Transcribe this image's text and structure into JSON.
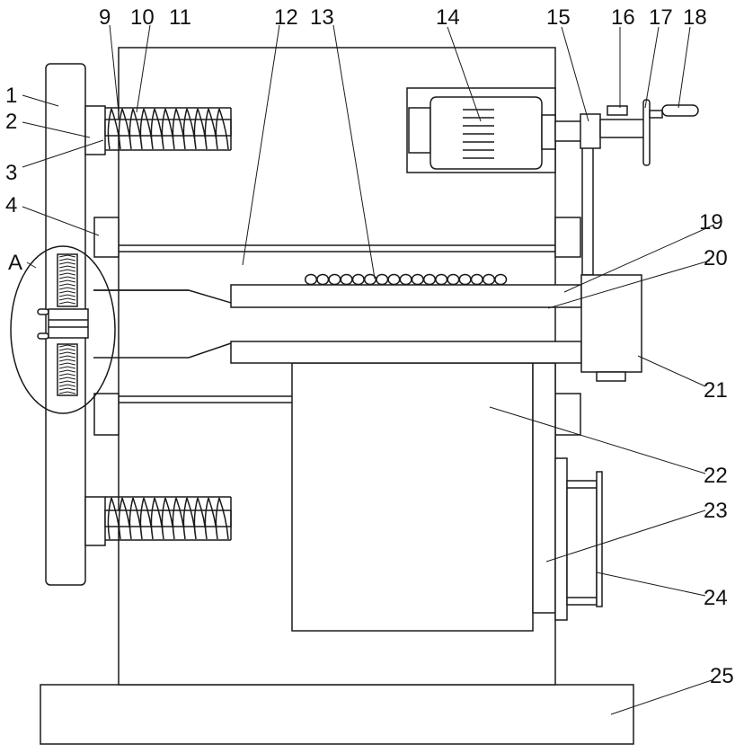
{
  "figure": {
    "labels": [
      {
        "id": "1",
        "text": "1"
      },
      {
        "id": "2",
        "text": "2"
      },
      {
        "id": "3",
        "text": "3"
      },
      {
        "id": "4",
        "text": "4"
      },
      {
        "id": "A",
        "text": "A"
      },
      {
        "id": "9",
        "text": "9"
      },
      {
        "id": "10",
        "text": "10"
      },
      {
        "id": "11",
        "text": "11"
      },
      {
        "id": "12",
        "text": "12"
      },
      {
        "id": "13",
        "text": "13"
      },
      {
        "id": "14",
        "text": "14"
      },
      {
        "id": "15",
        "text": "15"
      },
      {
        "id": "16",
        "text": "16"
      },
      {
        "id": "17",
        "text": "17"
      },
      {
        "id": "18",
        "text": "18"
      },
      {
        "id": "19",
        "text": "19"
      },
      {
        "id": "20",
        "text": "20"
      },
      {
        "id": "21",
        "text": "21"
      },
      {
        "id": "22",
        "text": "22"
      },
      {
        "id": "23",
        "text": "23"
      },
      {
        "id": "24",
        "text": "24"
      },
      {
        "id": "25",
        "text": "25"
      }
    ],
    "colors": {
      "line": "#1a1a1a",
      "fill": "#ffffff",
      "text": "#111111"
    }
  }
}
